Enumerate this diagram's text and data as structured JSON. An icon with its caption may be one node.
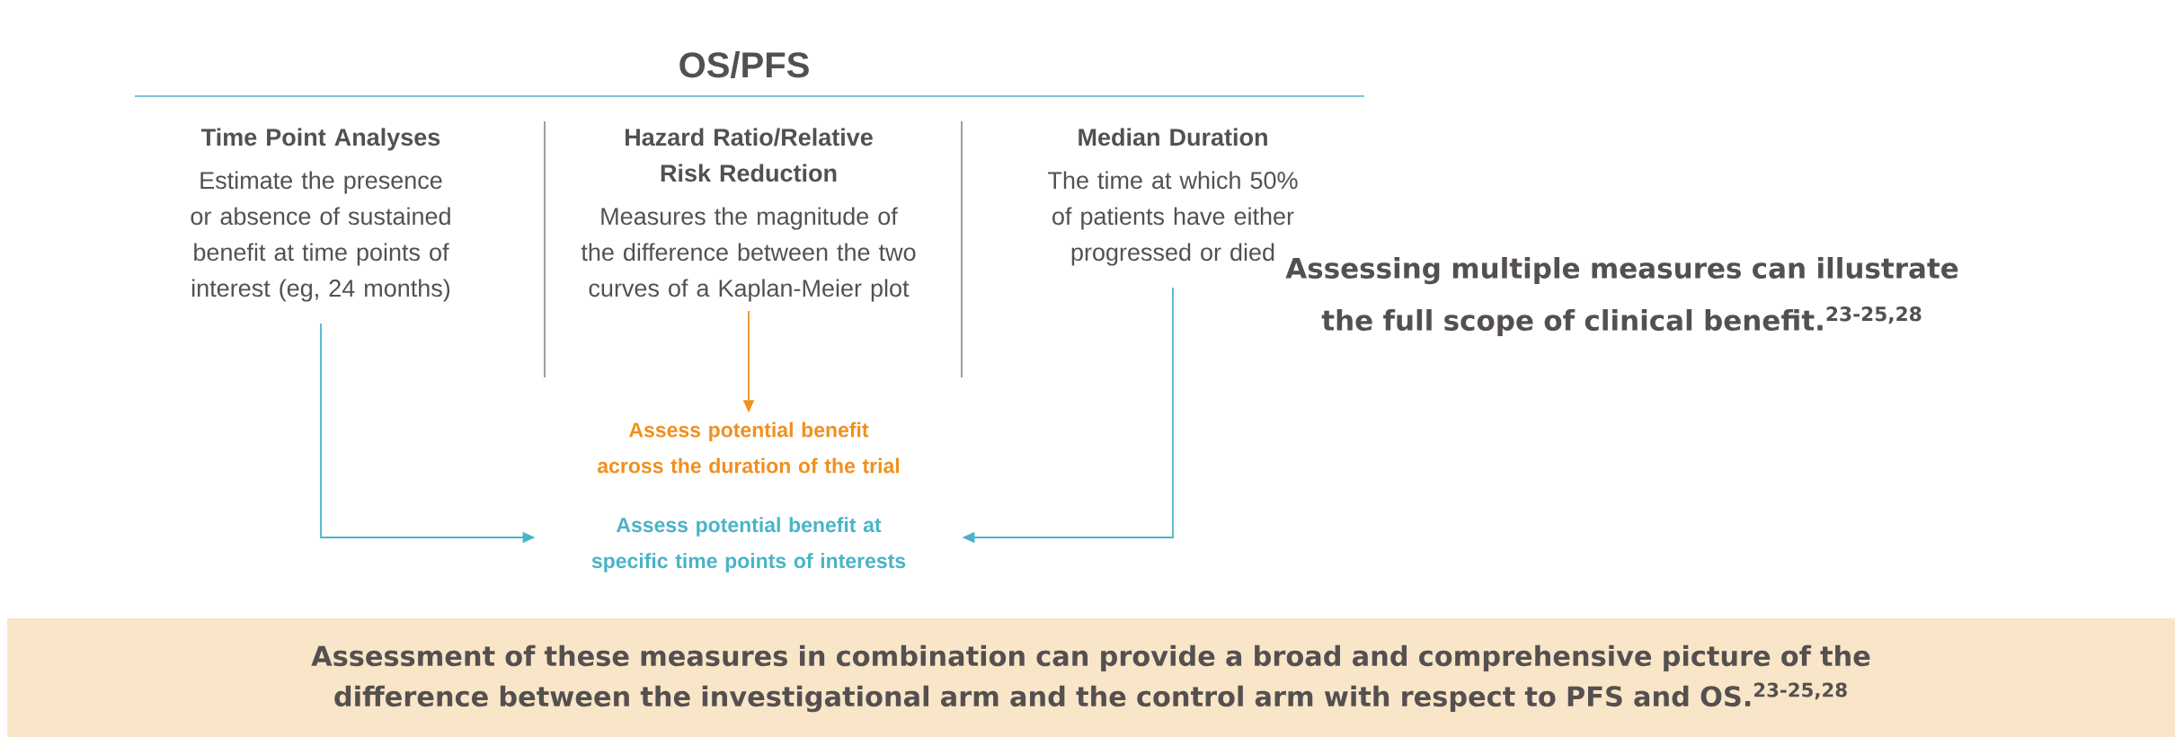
{
  "diagram": {
    "title": "OS/PFS",
    "nodes": [
      {
        "text": [
          "Time Point Analyses",
          "Estimate the presence or absence of sustained benefit at time points of interest (eg, 24 months)"
        ]
      },
      {
        "text": [
          "Hazard Ratio/Relative Risk Reduction",
          "Measures the magnitude of the difference between the two curves of a Kaplan-Meier plot"
        ]
      },
      {
        "text": [
          "Median Duration",
          "The time at which 50% of patients have either progressed or died"
        ]
      },
      {
        "text": [
          "Assess potential benefit across the duration of the trial"
        ]
      },
      {
        "text": [
          "Assess potential benefit at specific time points of interests"
        ]
      },
      {
        "text": [
          "Assessment of these measures in combination can provide a broad and comprehensive picture of the difference between the investigational arm and the control arm with respect to PFS and OS.$^{23-25,28}$"
        ]
      }
    ],
    "edges": [
      {
        "from": 0,
        "to": 4,
        "arrow": "to"
      },
      {
        "from": 1,
        "to": 3,
        "arrow": "to",
        "color": "#f0901e"
      },
      {
        "from": 2,
        "to": 4,
        "arrow": "to"
      }
    ],
    "labels": [
      "Assessing multiple measures can illustrate the full scope of clinical benefit.$^{23-25,28}$"
    ]
  }
}
